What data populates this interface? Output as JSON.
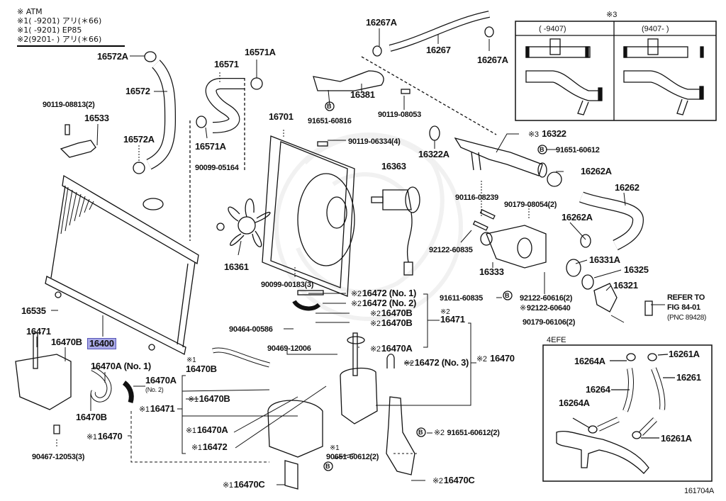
{
  "diagram": {
    "figure_id": "161704A",
    "legend": [
      {
        "mark": "※",
        "text": "ATM"
      },
      {
        "mark": "※1",
        "text": "(        -9201) アリ(＊66)"
      },
      {
        "mark": "※1",
        "text": "(        -9201) EP85"
      },
      {
        "mark": "※2",
        "text": "(9201-        ) アリ(＊66)"
      }
    ],
    "inset_top": {
      "title": "※3",
      "columns": [
        "(        -9407)",
        "(9407-        )"
      ]
    },
    "inset_bottom": {
      "title": "4EFE",
      "labels": [
        "16264A",
        "16261A",
        "16264",
        "16261",
        "16264A",
        "16261A"
      ]
    },
    "labels": {
      "l16572A_top": "16572A",
      "l16572": "16572",
      "l90119_08813": "90119-08813(2)",
      "l16533": "16533",
      "l16572A_bot": "16572A",
      "l16571": "16571",
      "l16571A_top": "16571A",
      "l16571A_bot": "16571A",
      "l90099_05164": "90099-05164",
      "l16267A_left": "16267A",
      "l16267": "16267",
      "l16267A_right": "16267A",
      "l16381": "16381",
      "l91651_60816": "91651-60816",
      "l90119_08053": "90119-08053",
      "l16701": "16701",
      "l90119_06334": "90119-06334(4)",
      "l16322A": "16322A",
      "l16322_mark": "※3",
      "l16322": "16322",
      "l91651_60612": "91651-60612",
      "l16363": "16363",
      "l16262A_top": "16262A",
      "l16262": "16262",
      "l90116_08239": "90116-08239",
      "l90179_08054": "90179-08054(2)",
      "l16262A_mid": "16262A",
      "l92122_60835": "92122-60835",
      "l16361": "16361",
      "l16333": "16333",
      "l16331A": "16331A",
      "l16325": "16325",
      "l16321": "16321",
      "l90099_00183": "90099-00183(3)",
      "l91611_60835": "91611-60835",
      "l92122_60616": "92122-60616(2)",
      "l92122_60640": "92122-60640",
      "l90179_06106": "90179-06106(2)",
      "refer_line1": "REFER TO",
      "refer_line2": "FIG 84-01",
      "refer_line3": "(PNC 89428)",
      "l16535": "16535",
      "l16471_left": "16471",
      "l16470B_left": "16470B",
      "l16400": "16400",
      "l16470A_no1": "16470A",
      "no1": "(No. 1)",
      "l16470A_no2": "16470A",
      "no2": "(No. 2)",
      "l16470B_low": "16470B",
      "l90467_12053": "90467-12053(3)",
      "l90464_00586": "90464-00586",
      "l90469_12006": "90469-12006",
      "r16472_no1": "16472",
      "r16472_no2": "16472",
      "r16470B_1": "16470B",
      "r16470B_2": "16470B",
      "r16470A": "16470A",
      "r16471": "16471",
      "r16472_no3": "16472",
      "no3": "(No. 3)",
      "r16470": "16470",
      "m16470B_a": "16470B",
      "m16470B_b": "16470B",
      "m16471": "16471",
      "m16470A": "16470A",
      "m16472": "16472",
      "m16470": "16470",
      "m16470C": "16470C",
      "m90651_60612": "90651-60612(2)",
      "r91651_60612": "91651-60612(2)",
      "r16470C": "16470C",
      "mark1": "※1",
      "mark2": "※2",
      "b_circle": "B"
    }
  }
}
